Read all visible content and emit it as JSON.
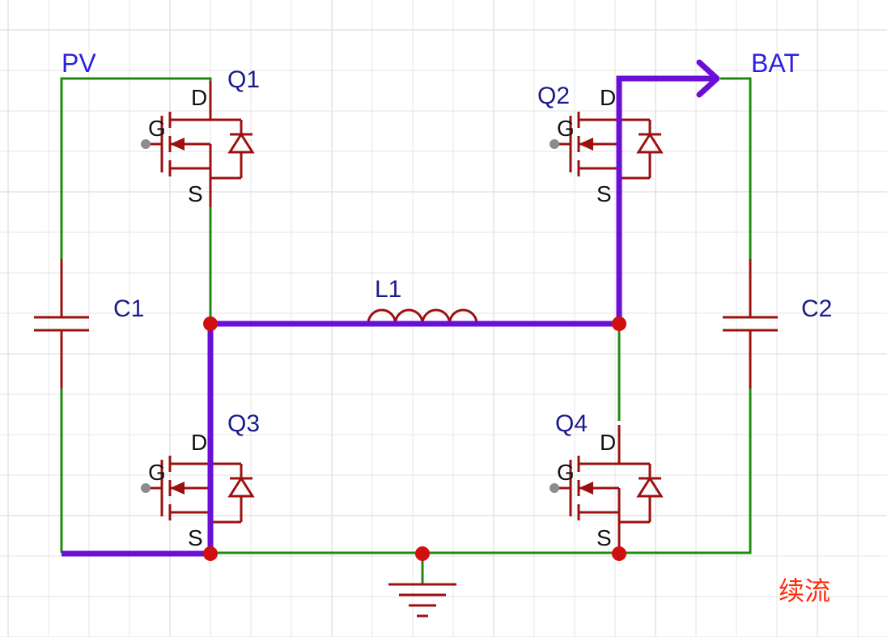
{
  "colors": {
    "grid": "#e4e4e4",
    "wire": "#1f8a0f",
    "component": "#9c1010",
    "path": "#6a0fd6",
    "junction": "#d01010",
    "pin_dot": "#8c8c8c",
    "net_label": "#2d1fe0",
    "ref_label": "#1a1a8c",
    "note": "#ff2a0a"
  },
  "nets": {
    "pv": "PV",
    "bat": "BAT"
  },
  "components": {
    "q1": {
      "ref": "Q1",
      "d": "D",
      "g": "G",
      "s": "S"
    },
    "q2": {
      "ref": "Q2",
      "d": "D",
      "g": "G",
      "s": "S"
    },
    "q3": {
      "ref": "Q3",
      "d": "D",
      "g": "G",
      "s": "S"
    },
    "q4": {
      "ref": "Q4",
      "d": "D",
      "g": "G",
      "s": "S"
    },
    "c1": {
      "ref": "C1"
    },
    "c2": {
      "ref": "C2"
    },
    "l1": {
      "ref": "L1"
    }
  },
  "annotation": "续流"
}
